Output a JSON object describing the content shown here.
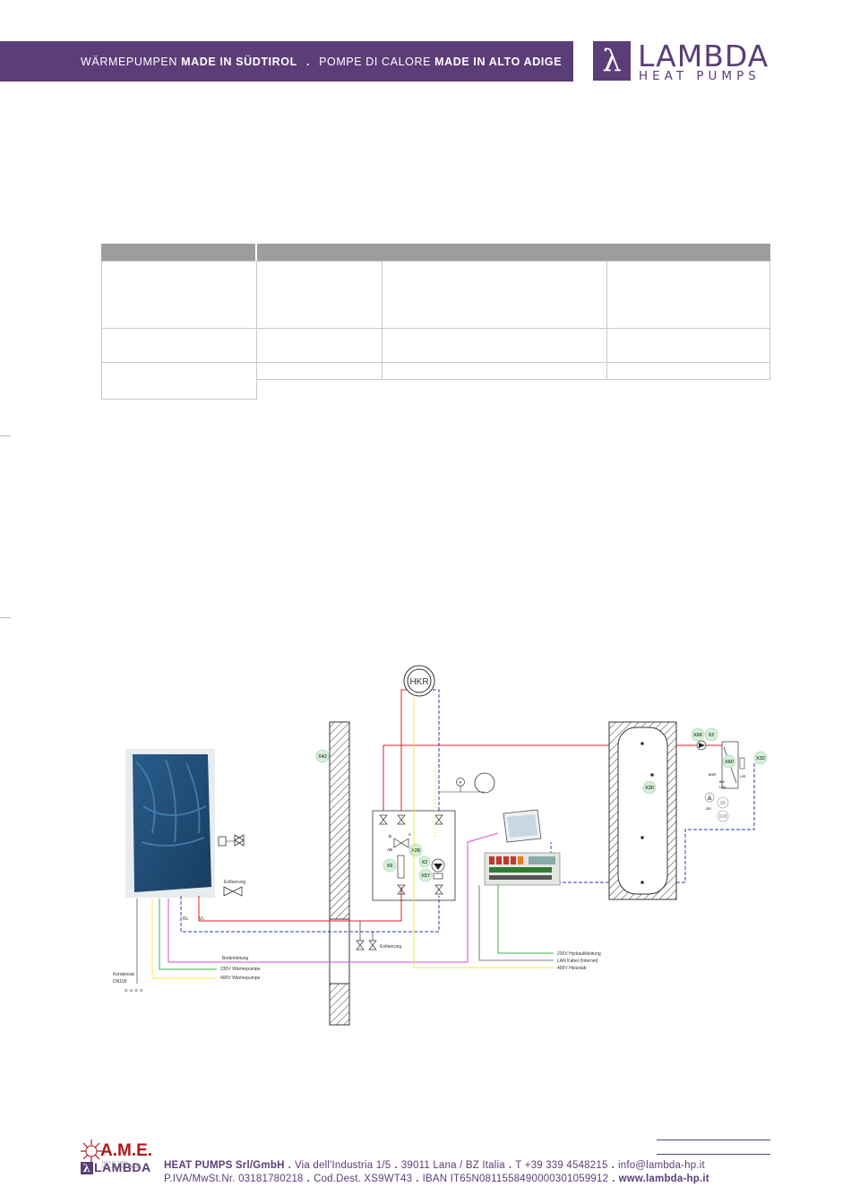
{
  "banner": {
    "part1": "WÄRMEPUMPEN",
    "part1_bold": "MADE IN SÜDTIROL",
    "separator": ".",
    "part2": "POMPE DI CALORE",
    "part2_bold": "MADE IN ALTO ADIGE"
  },
  "logo": {
    "symbol": "λ",
    "brand": "LAMBDA",
    "subtitle": "HEAT PUMPS"
  },
  "diagram": {
    "labels": {
      "hkr": "HKR",
      "x42": "X42",
      "x66": "X66",
      "x2_top": "X2",
      "x32": "X32",
      "x60": "X60",
      "x30": "X30",
      "x28": "X28",
      "x2_mid": "X2",
      "x9": "X9",
      "x57": "X57",
      "x5": "X5",
      "x29": "X29",
      "entleerung_1": "Entleerung",
      "entleerung_2": "Entleerung",
      "rl": "RL",
      "vl": "VL",
      "bodenleitung": "Bodenleitung",
      "kondensat": "Kondensat",
      "dn": "DN100",
      "v230_wp": "230V Wärmepumpe",
      "v400_wp": "400V Wärmepumpe",
      "v230_hydraulik": "230V Hydraulikleitung",
      "lan": "LAN Kabel (Internet)",
      "v400_heizstab": "400V Heizstab",
      "p": "P",
      "ab": "AB",
      "b": "B",
      "a": "A",
      "bwr": "BWR",
      "lvr": "LVR",
      "bw": "BW",
      "lzw": "LZW",
      "zir": "ZIR"
    }
  },
  "footer": {
    "ame_name": "A.M.E.",
    "ame_tag": "HOLZ- UND SOLARSYSTEME",
    "logo_symbol": "λ",
    "logo_text": "LAMBDA",
    "line1_company": "HEAT PUMPS Srl/GmbH",
    "line1_address": "Via dell'Industria 1/5",
    "line1_city": "39011 Lana / BZ Italia",
    "line1_phone": "T +39 339 4548215",
    "line1_email": "info@lambda-hp.it",
    "line2_vat": "P.IVA/MwSt.Nr. 03181780218",
    "line2_code": "Cod.Dest. XS9WT43",
    "line2_iban": "IBAN IT65N0811558490000301059912",
    "line2_web": "www.lambda-hp.it",
    "dot": "."
  },
  "colors": {
    "brand_purple": "#5b3d78",
    "table_header": "#9d9d9d",
    "pipe_red": "#d9262a",
    "pipe_blue": "#2c3ea8",
    "cable_yellow": "#f3e64b",
    "cable_green": "#34b44a",
    "cable_magenta": "#d24fcf",
    "unit_blue": "#1d4a74"
  }
}
